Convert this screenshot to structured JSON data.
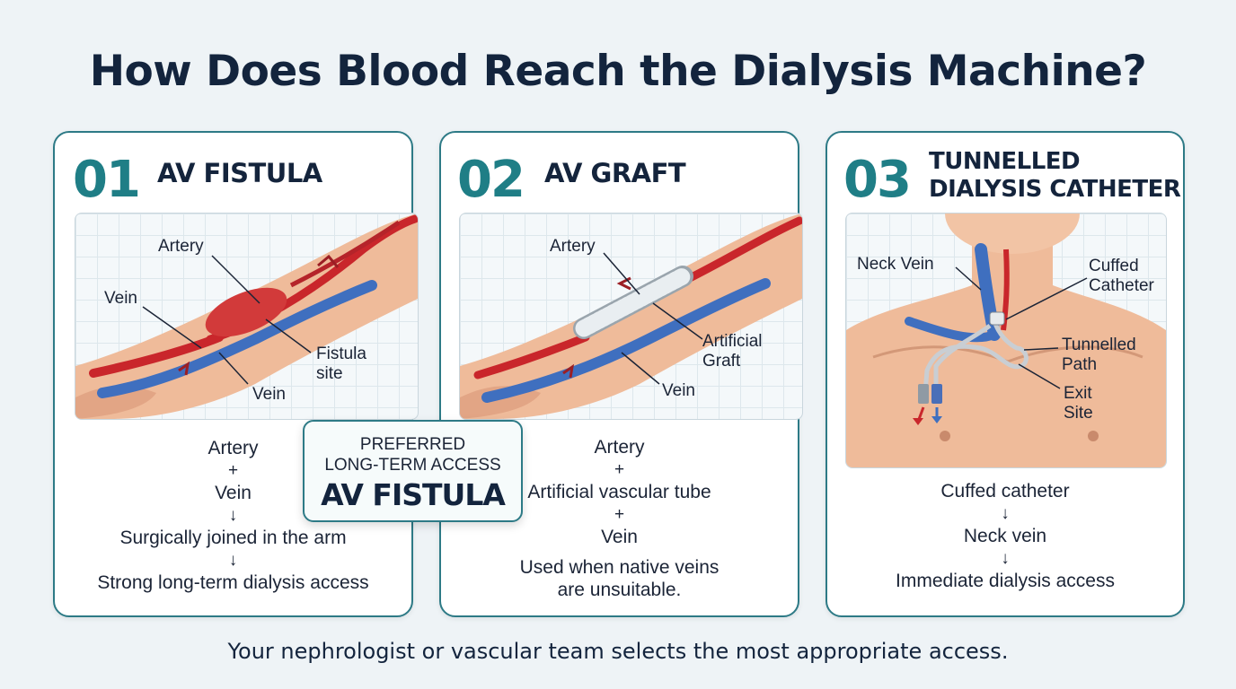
{
  "title": "How Does Blood Reach the Dialysis Machine?",
  "footer": "Your nephrologist or vascular team selects the most appropriate access.",
  "badge": {
    "line1": "PREFERRED",
    "line2": "LONG-TERM ACCESS",
    "line3": "AV FISTULA"
  },
  "cards": [
    {
      "number": "01",
      "title_line1": "AV FISTULA",
      "title_line2": "",
      "labels": {
        "artery": "Artery",
        "vein_left": "Vein",
        "fistula_line1": "Fistula",
        "fistula_line2": "site",
        "vein_bottom": "Vein"
      },
      "flow": [
        "Artery",
        "+",
        "Vein",
        "↓",
        "Surgically joined in the arm",
        "↓",
        "Strong long-term dialysis access"
      ]
    },
    {
      "number": "02",
      "title_line1": "AV GRAFT",
      "title_line2": "",
      "labels": {
        "artery": "Artery",
        "graft_line1": "Artificial",
        "graft_line2": "Graft",
        "vein": "Vein"
      },
      "flow": [
        "Artery",
        "+",
        "Artificial vascular tube",
        "+",
        "Vein"
      ],
      "note_line1": "Used when native veins",
      "note_line2": "are unsuitable."
    },
    {
      "number": "03",
      "title_line1": "TUNNELLED",
      "title_line2": "DIALYSIS CATHETER",
      "labels": {
        "neck_vein": "Neck Vein",
        "cuffed_line1": "Cuffed",
        "cuffed_line2": "Catheter",
        "tunnelled_line1": "Tunnelled",
        "tunnelled_line2": "Path",
        "exit_line1": "Exit",
        "exit_line2": "Site"
      },
      "flow": [
        "Cuffed catheter",
        "↓",
        "Neck vein",
        "↓",
        "Immediate dialysis access"
      ]
    }
  ],
  "colors": {
    "accent": "#2d7a86",
    "number": "#1f7e86",
    "artery": "#c9262b",
    "vein": "#3f6fbf",
    "skin": "#efbb9a"
  }
}
